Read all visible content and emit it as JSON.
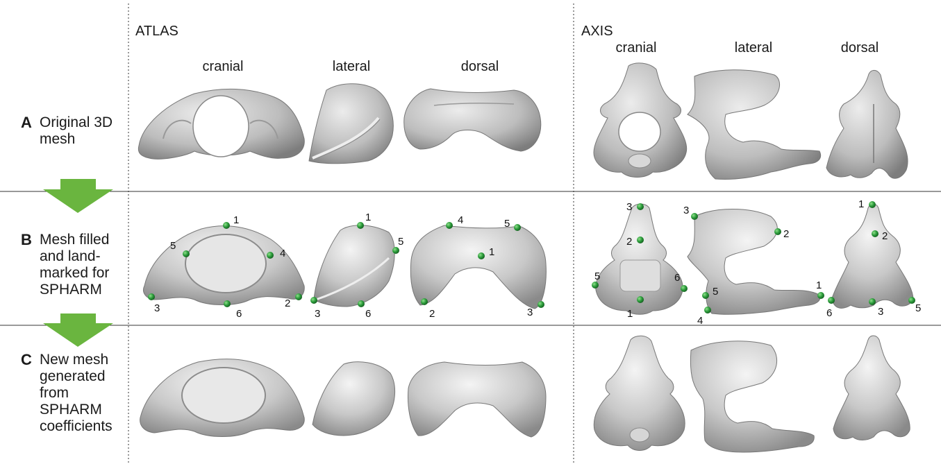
{
  "groups": {
    "atlas": "ATLAS",
    "axis": "AXIS"
  },
  "views": {
    "atlas": [
      "cranial",
      "lateral",
      "dorsal"
    ],
    "axis": [
      "cranial",
      "lateral",
      "dorsal"
    ]
  },
  "rows": [
    {
      "letter": "A",
      "lines": [
        "Original 3D",
        "mesh"
      ]
    },
    {
      "letter": "B",
      "lines": [
        "Mesh filled",
        "and land-",
        "marked for",
        "SPHARM"
      ]
    },
    {
      "letter": "C",
      "lines": [
        "New mesh",
        "generated",
        "from",
        "SPHARM",
        "coefficients"
      ]
    }
  ],
  "landmarks": {
    "atlas_cranial": [
      "1",
      "5",
      "4",
      "3",
      "6",
      "2"
    ],
    "atlas_lateral": [
      "1",
      "5",
      "3",
      "6"
    ],
    "atlas_dorsal": [
      "4",
      "5",
      "1",
      "2",
      "3"
    ],
    "axis_cranial": [
      "3",
      "2",
      "5",
      "6",
      "1"
    ],
    "axis_lateral": [
      "3",
      "2",
      "5",
      "4",
      "1"
    ],
    "axis_dorsal": [
      "1",
      "2",
      "6",
      "3",
      "5"
    ]
  },
  "colors": {
    "arrow": "#6ab53f",
    "landmark": "#2a9a3a",
    "bone": "#c4c4c4",
    "bone_dark": "#8c8c8c"
  }
}
